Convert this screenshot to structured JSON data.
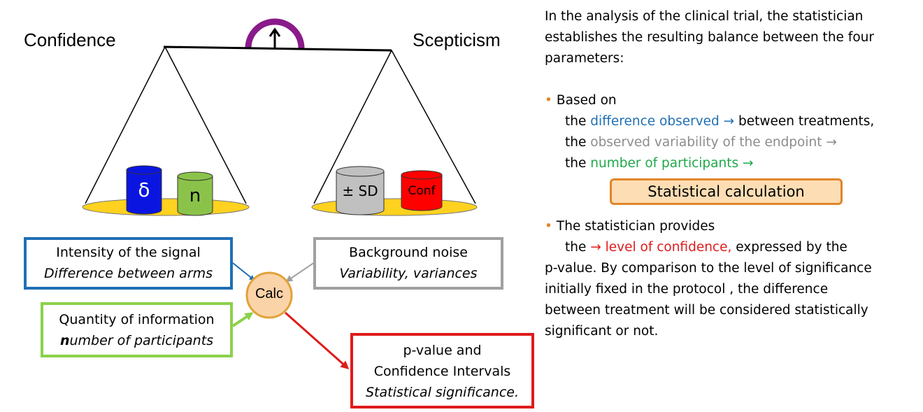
{
  "scale": {
    "left_label": "Confidence",
    "right_label": "Scepticism",
    "left_cylinders": [
      {
        "label": "δ",
        "color": "#0a16e0",
        "text_color": "#ffffff"
      },
      {
        "label": "n",
        "color": "#8bc34a",
        "text_color": "#000000"
      }
    ],
    "right_cylinders": [
      {
        "label": "± SD",
        "color": "#c0c0c0",
        "text_color": "#000000"
      },
      {
        "label": "Conf",
        "color": "#ff0000",
        "text_color": "#000000"
      }
    ],
    "pan_color": "#ffd21f",
    "pivot_color": "#8a1a8a"
  },
  "boxes": {
    "signal": {
      "line1": "Intensity of  the signal",
      "line2": "Difference between arms",
      "border": "#1f6fb5"
    },
    "noise": {
      "line1": "Background noise",
      "line2": "Variability, variances",
      "border": "#a0a0a0"
    },
    "info": {
      "line1": "Quantity of information",
      "line2_bold": "n",
      "line2_rest": "umber of participants",
      "border": "#8bd14a"
    },
    "pvalue": {
      "line1": "p-value and",
      "line2": "Confidence Intervals",
      "line3": "Statistical significance.",
      "border": "#e01b1b"
    }
  },
  "calc": {
    "label": "Calc",
    "fill": "#fbd3a8",
    "border": "#e0a23a"
  },
  "panel": {
    "intro1": "In the analysis of the clinical trial,  the statistician",
    "intro2": "establishes the resulting balance between the four",
    "intro3": "parameters:",
    "bullet": "•",
    "based_on": "Based on",
    "the1": "the ",
    "diff_observed": "difference observed →",
    "between": " between treatments,",
    "the2": "the ",
    "variability": "observed variability of the endpoint →",
    "the3": "the ",
    "participants": "number of participants →",
    "stat_calc": "Statistical calculation",
    "provides": "The statistician provides",
    "the4": "the ",
    "level": "→ level of confidence,",
    "expressed": " expressed by the",
    "p1": "p-value. By comparison to the level of significance",
    "p2": "initially fixed in the protocol , the difference",
    "p3": "between treatment will be considered statistically",
    "p4": "significant or not."
  }
}
